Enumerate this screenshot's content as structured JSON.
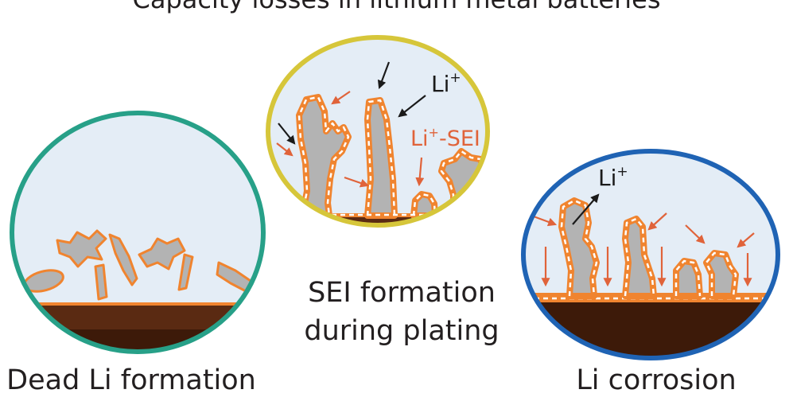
{
  "title": "Capacity losses in lithium metal batteries",
  "panels": {
    "dead_li": {
      "label": "Dead Li formation",
      "ring_color": "#27a088"
    },
    "sei": {
      "label_line1": "SEI formation",
      "label_line2": "during plating",
      "ring_color": "#d6c63a",
      "ion_label": "Li",
      "ion_sup": "+",
      "sei_label": "Li",
      "sei_sup": "+",
      "sei_suffix": "-SEI"
    },
    "corrosion": {
      "label": "Li corrosion",
      "ring_color": "#1f63b4",
      "ion_label": "Li",
      "ion_sup": "+"
    }
  },
  "colors": {
    "background": "#e4edf6",
    "substrate": "#5a2a12",
    "substrate_dark": "#3d1a09",
    "lithium": "#b3b3b3",
    "sei": "#f0842f",
    "arrow_red": "#e0633a",
    "arrow_black": "#1a1a1a"
  }
}
